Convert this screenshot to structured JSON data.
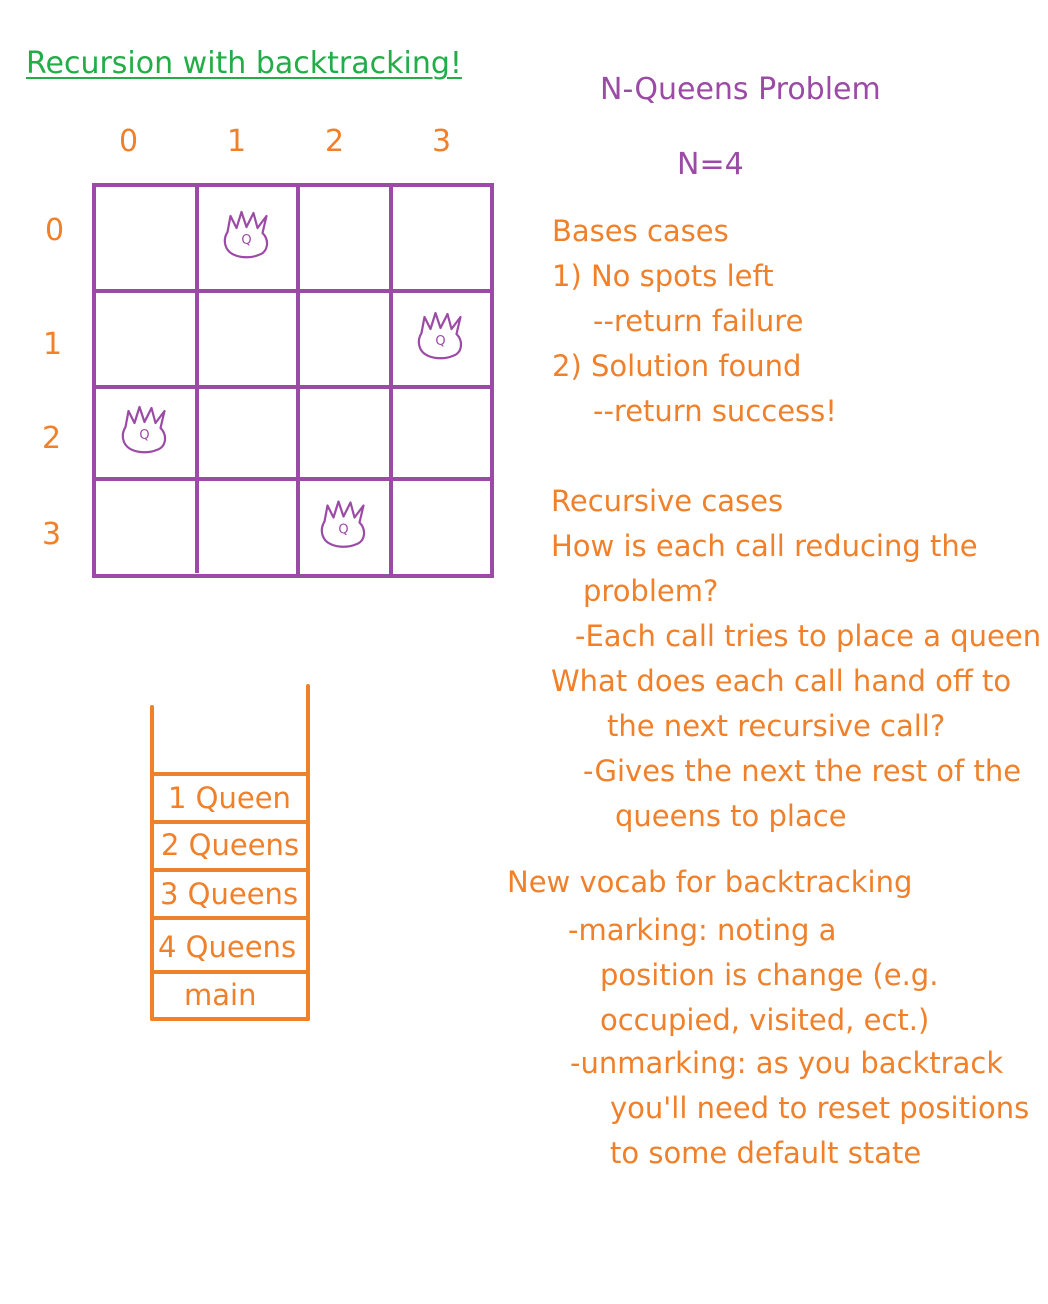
{
  "title": "Recursion with backtracking!",
  "problem_title": "N-Queens Problem",
  "n_label": "N=4",
  "board": {
    "column_labels": [
      "0",
      "1",
      "2",
      "3"
    ],
    "row_labels": [
      "0",
      "1",
      "2",
      "3"
    ],
    "queen_symbol": "Q",
    "queens": [
      {
        "row": 0,
        "col": 1
      },
      {
        "row": 1,
        "col": 3
      },
      {
        "row": 2,
        "col": 0
      },
      {
        "row": 3,
        "col": 2
      }
    ]
  },
  "call_stack": {
    "frames": [
      "1 Queen",
      "2 Queens",
      "3 Queens",
      "4 Queens",
      "main"
    ]
  },
  "notes": {
    "base_heading": "Bases cases",
    "base_1": "1) No spots left",
    "base_1_ret": "--return failure",
    "base_2": "2) Solution found",
    "base_2_ret": "--return success!",
    "rec_heading": "Recursive cases",
    "rec_q1_a": "How is each call reducing the",
    "rec_q1_b": "problem?",
    "rec_a1": "-Each call tries to place a queen",
    "rec_q2_a": "What does each call hand off to",
    "rec_q2_b": "the next recursive call?",
    "rec_a2_a": "-Gives the next the rest of the",
    "rec_a2_b": "queens to place",
    "vocab_heading": "New vocab for backtracking",
    "vocab_1_a": "-marking: noting a",
    "vocab_1_b": "position is change (e.g.",
    "vocab_1_c": "occupied, visited, ect.)",
    "vocab_2_a": "-unmarking: as you backtrack",
    "vocab_2_b": "you'll need to reset positions",
    "vocab_2_c": "to some default state"
  },
  "colors": {
    "orange": "#f0802a",
    "purple": "#9b4ba5",
    "green": "#22ad48"
  }
}
